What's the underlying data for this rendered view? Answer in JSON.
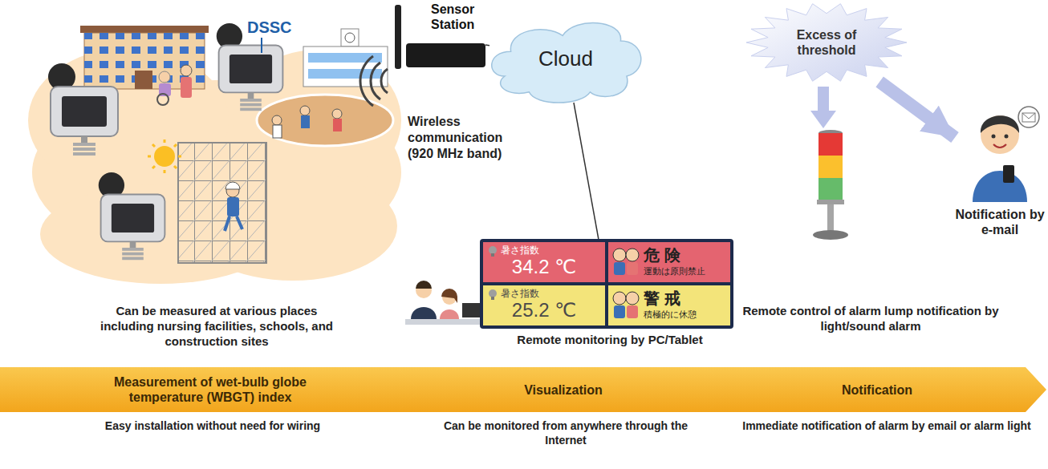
{
  "diagram": {
    "nodes": [
      {
        "text": [
          "Sensor Station"
        ]
      },
      {
        "text": [
          "Cloud"
        ]
      },
      {
        "text": [
          "Excess of threshold"
        ]
      },
      {
        "text": [
          "Notification by e-mail"
        ]
      },
      {
        "text": []
      },
      {
        "text": [
          "暑さ指数",
          "34.2 ℃"
        ],
        "in": 4
      },
      {
        "text": [
          "危険",
          "運動は原則禁止"
        ],
        "in": 4
      },
      {
        "text": [
          "暑さ指数",
          "25.2 ℃"
        ],
        "in": 4
      },
      {
        "text": [
          "警戒",
          "積極的に休憩"
        ],
        "in": 4
      },
      {
        "text": [
          "Measurement of wet-bulb globe temperature (WBGT) index"
        ]
      },
      {
        "text": [
          "Visualization"
        ]
      },
      {
        "text": [
          "Notification"
        ]
      }
    ],
    "edges": [
      {
        "from": 0,
        "to": 1,
        "arrow": "none"
      },
      {
        "from": 1,
        "to": 4,
        "arrow": "none"
      },
      {
        "from": 2,
        "to": 3,
        "arrow": "to"
      }
    ],
    "labels": [
      "Wireless communication (920 MHz band)",
      "DSSC",
      "Can be measured at various places including nursing facilities, schools, and construction sites",
      "Remote monitoring by PC/Tablet",
      "Remote control of alarm lump notification by light/sound alarm",
      "Easy installation without need for wiring",
      "Can be monitored from anywhere through the Internet",
      "Immediate notification of alarm by email or alarm light"
    ]
  }
}
